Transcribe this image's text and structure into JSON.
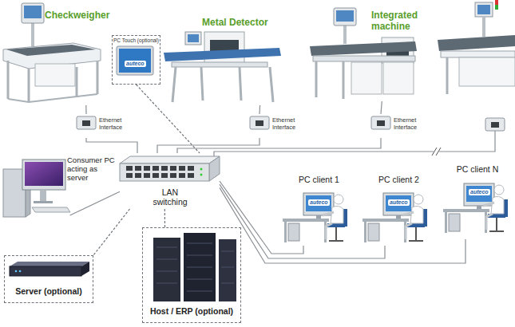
{
  "diagram": {
    "nodes": [
      {
        "text": [
          "Checkweigher"
        ]
      },
      {
        "text": [
          "Metal Detector"
        ]
      },
      {
        "text": [
          "Integrated machine"
        ]
      },
      {
        "text": [
          "PC Touch (optional)",
          "auteco"
        ]
      },
      {
        "text": [
          "Ethernet Interface"
        ]
      },
      {
        "text": [
          "Ethernet Interface"
        ]
      },
      {
        "text": [
          "Ethernet Interface"
        ]
      },
      {
        "text": [
          "Consumer PC acting as server"
        ]
      },
      {
        "text": [
          "LAN switching"
        ]
      },
      {
        "text": [
          "PC client 1",
          "auteco"
        ]
      },
      {
        "text": [
          "PC client 2",
          "auteco"
        ]
      },
      {
        "text": [
          "PC client N",
          "auteco"
        ]
      },
      {
        "text": [
          "Server (optional)"
        ]
      },
      {
        "text": [
          "Host / ERP (optional)"
        ]
      }
    ],
    "edges": [
      {
        "from": 0,
        "to": 4,
        "arrow": "none"
      },
      {
        "from": 1,
        "to": 5,
        "arrow": "none"
      },
      {
        "from": 2,
        "to": 6,
        "arrow": "none"
      },
      {
        "from": 4,
        "to": 8,
        "arrow": "none"
      },
      {
        "from": 5,
        "to": 8,
        "arrow": "none"
      },
      {
        "from": 6,
        "to": 8,
        "arrow": "none"
      },
      {
        "from": 3,
        "to": 8,
        "arrow": "none"
      },
      {
        "from": 7,
        "to": 8,
        "arrow": "none"
      },
      {
        "from": 8,
        "to": 9,
        "arrow": "none"
      },
      {
        "from": 8,
        "to": 10,
        "arrow": "none"
      },
      {
        "from": 8,
        "to": 11,
        "arrow": "none"
      },
      {
        "from": 8,
        "to": 12,
        "arrow": "none"
      },
      {
        "from": 8,
        "to": 13,
        "arrow": "none"
      }
    ]
  }
}
